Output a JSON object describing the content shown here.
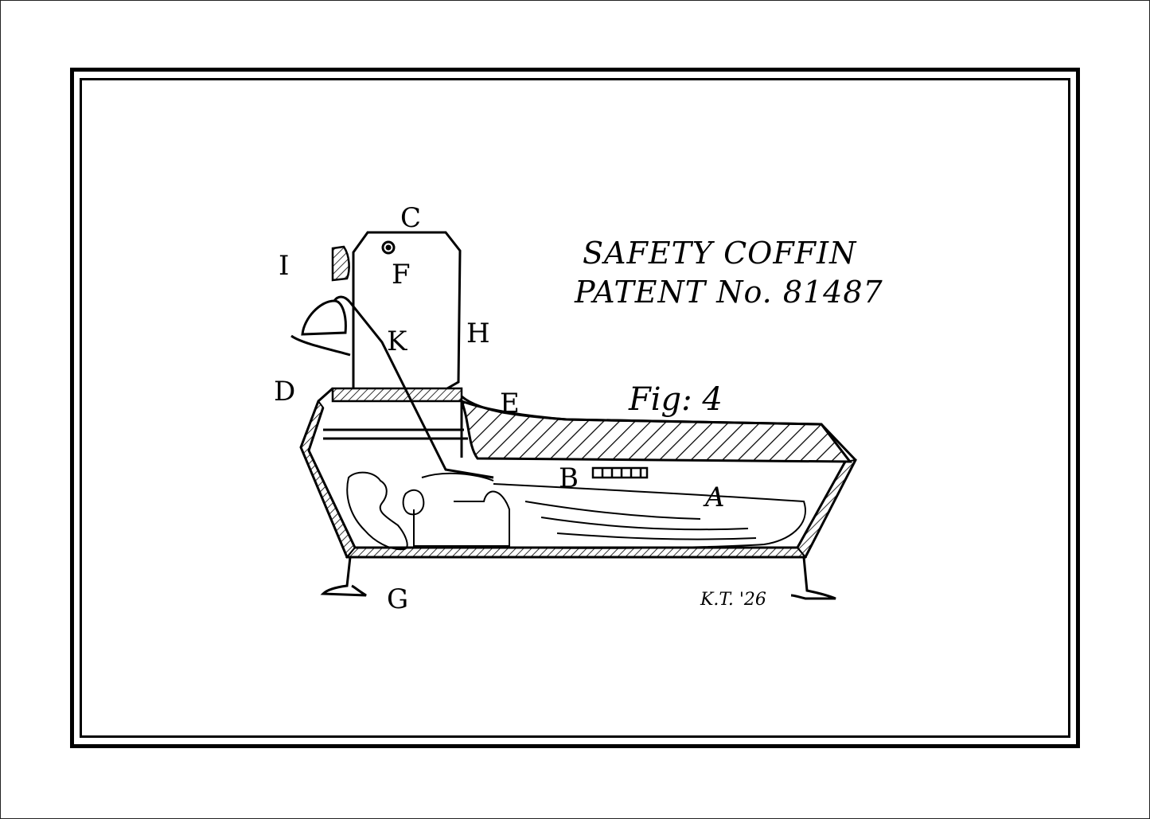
{
  "diagram": {
    "title_line_1": "SAFETY COFFIN",
    "title_line_2": "PATENT No. 81487",
    "figure_label": "Fig: 4",
    "signature": "K.T. '26",
    "labels": {
      "A": "A",
      "B": "B",
      "C": "C",
      "D": "D",
      "E": "E",
      "F": "F",
      "G": "G",
      "H": "H",
      "I": "I",
      "K": "K"
    }
  }
}
